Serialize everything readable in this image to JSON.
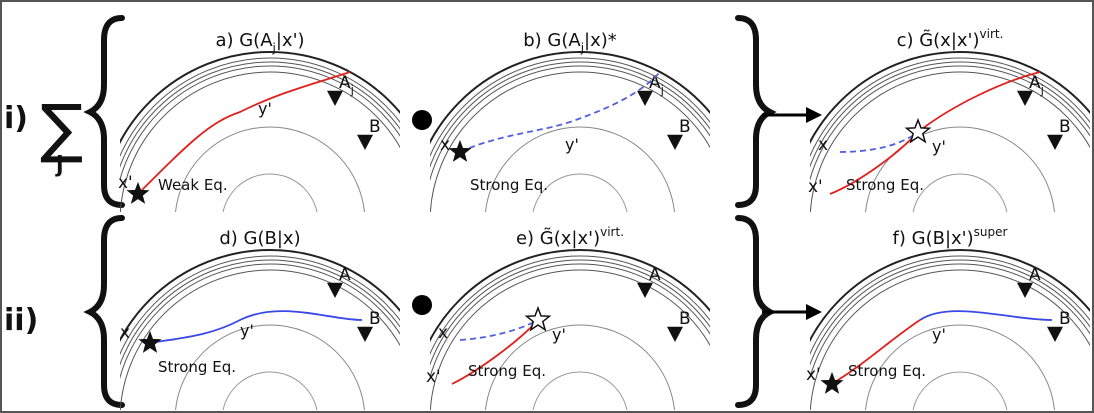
{
  "rows": [
    {
      "label": "i)",
      "sum_symbol": "∑",
      "sum_index": "j"
    },
    {
      "label": "ii)"
    }
  ],
  "panels": [
    {
      "id": "a",
      "title_parts": [
        {
          "t": "a) G(A"
        },
        {
          "t": "j",
          "sub": true
        },
        {
          "t": "|x')"
        }
      ],
      "station": "A",
      "station_sub": "j",
      "station_b": "B",
      "y_label": "y'",
      "source_label": "x'",
      "eq": "Weak Eq."
    },
    {
      "id": "b",
      "title_parts": [
        {
          "t": "b) G(A"
        },
        {
          "t": "j",
          "sub": true
        },
        {
          "t": "|x)*"
        }
      ],
      "station": "A",
      "station_sub": "j",
      "station_b": "B",
      "y_label": "y'",
      "source_label": "x",
      "eq": "Strong Eq."
    },
    {
      "id": "c",
      "title_parts": [
        {
          "t": "c) "
        },
        {
          "t": "G",
          "tilde": true
        },
        {
          "t": "(x|x')"
        },
        {
          "t": "virt.",
          "sup": true
        }
      ],
      "station": "A",
      "station_sub": "j",
      "station_b": "B",
      "y_label": "y'",
      "source_label": "x",
      "source_label_2": "x'",
      "eq": "Strong Eq."
    },
    {
      "id": "d",
      "title_parts": [
        {
          "t": "d) G(B|x)"
        }
      ],
      "station": "A",
      "station_sub": "",
      "station_b": "B",
      "y_label": "y'",
      "source_label": "x",
      "eq": "Strong Eq."
    },
    {
      "id": "e",
      "title_parts": [
        {
          "t": "e) "
        },
        {
          "t": "G",
          "tilde": true
        },
        {
          "t": "(x|x')"
        },
        {
          "t": "virt.",
          "sup": true
        }
      ],
      "station": "A",
      "station_sub": "",
      "station_b": "B",
      "y_label": "y'",
      "source_label": "x",
      "source_label_2": "x'",
      "eq": "Strong Eq."
    },
    {
      "id": "f",
      "title_parts": [
        {
          "t": "f) G(B|x')"
        },
        {
          "t": "super",
          "sup": true
        }
      ],
      "station": "A",
      "station_sub": "",
      "station_b": "B",
      "y_label": "y'",
      "source_label": "x'",
      "eq": "Strong Eq."
    }
  ],
  "operators": {
    "product": "●",
    "arrow": "→"
  },
  "colors": {
    "red_path": "#e0201c",
    "blue_path": "#3848e8",
    "dashed_path": "#5060e0",
    "border": "#555555",
    "ink": "#111111"
  }
}
